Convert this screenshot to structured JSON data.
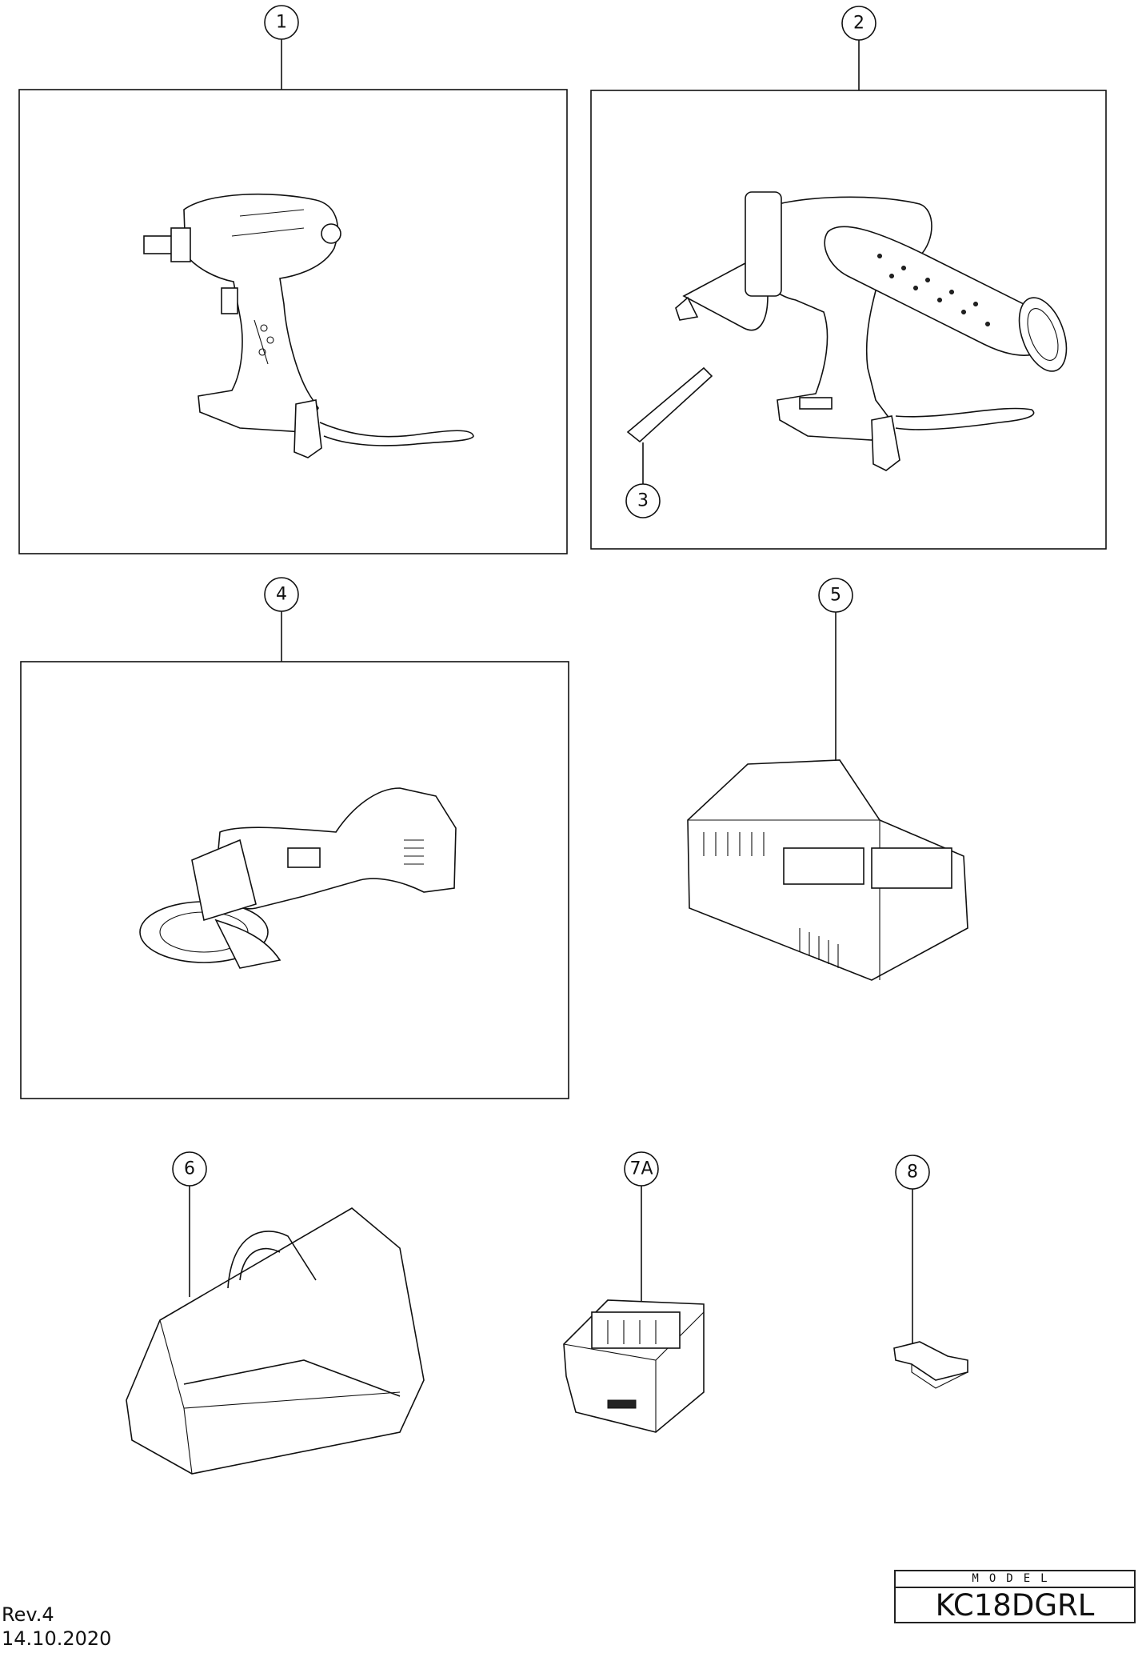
{
  "callouts": {
    "c1": "1",
    "c2": "2",
    "c3": "3",
    "c4": "4",
    "c5": "5",
    "c6": "6",
    "c7": "7A",
    "c8": "8"
  },
  "parts": [
    {
      "ref": "1",
      "icon": "impact-wrench"
    },
    {
      "ref": "2",
      "icon": "hammer-drill-with-side-handle"
    },
    {
      "ref": "3",
      "icon": "driver-bit"
    },
    {
      "ref": "4",
      "icon": "angle-grinder"
    },
    {
      "ref": "5",
      "icon": "battery-charger"
    },
    {
      "ref": "6",
      "icon": "tool-bag"
    },
    {
      "ref": "7A",
      "icon": "battery-pack"
    },
    {
      "ref": "8",
      "icon": "battery-cover"
    }
  ],
  "footer": {
    "revision": "Rev.4",
    "date": "14.10.2020",
    "model_label": "MODEL",
    "model_value": "KC18DGRL"
  }
}
